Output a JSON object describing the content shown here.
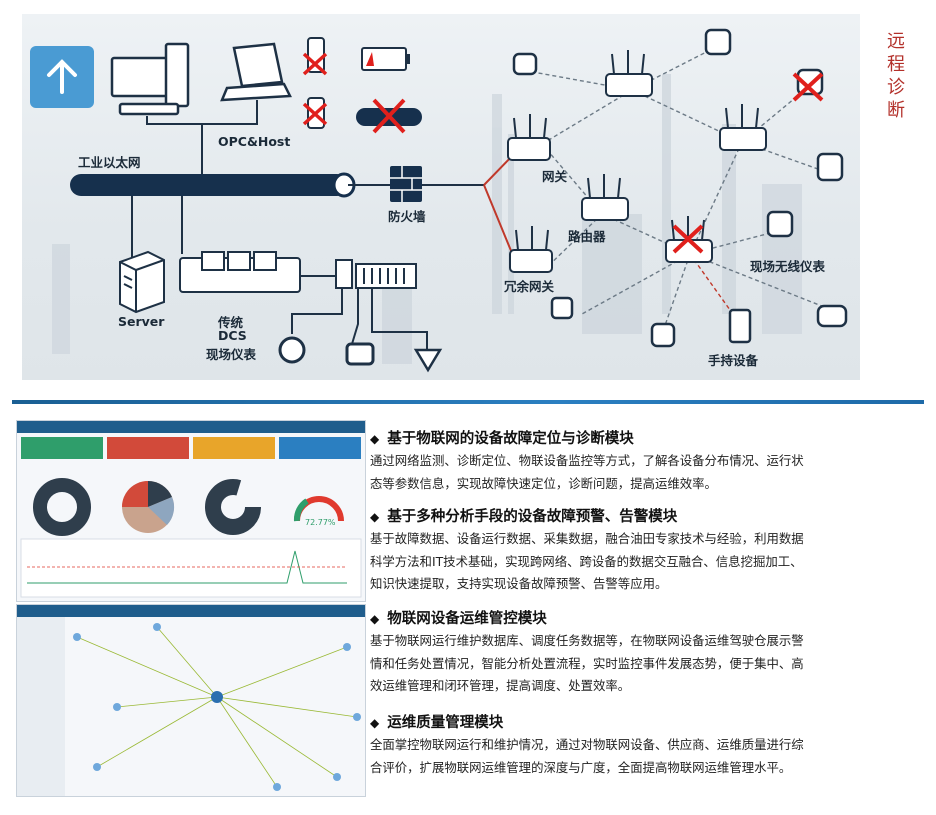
{
  "diagram": {
    "side_title": "远程诊断",
    "labels": {
      "opc_host": "OPC&Host",
      "industrial_ethernet": "工业以太网",
      "firewall": "防火墙",
      "gateway": "网关",
      "router": "路由器",
      "redundant_gateway": "冗余网关",
      "server": "Server",
      "dcs_line1": "传统",
      "dcs_line2": "DCS",
      "dcs_line3": "现场仪表",
      "wireless_instruments": "现场无线仪表",
      "handheld": "手持设备"
    },
    "colors": {
      "accent": "#2a6fb0",
      "fault": "#e0201c",
      "pipe": "#16304d"
    }
  },
  "modules": [
    {
      "title": "基于物联网的设备故障定位与诊断模块",
      "lines": [
        "通过网络监测、诊断定位、物联设备监控等方式，了解各设备分布情况、运行状",
        "态等参数信息，实现故障快速定位，诊断问题，提高运维效率。"
      ]
    },
    {
      "title": "基于多种分析手段的设备故障预警、告警模块",
      "lines": [
        "基于故障数据、设备运行数据、采集数据，融合油田专家技术与经验，利用数据",
        "科学方法和IT技术基础，实现跨网络、跨设备的数据交互融合、信息挖掘加工、",
        "知识快速提取，支持实现设备故障预警、告警等应用。"
      ]
    },
    {
      "title": "物联网设备运维管控模块",
      "lines": [
        "基于物联网运行维护数据库、调度任务数据等，在物联网设备运维驾驶仓展示警",
        "情和任务处置情况，智能分析处置流程，实时监控事件发展态势，便于集中、高",
        "效运维管理和闭环管理，提高调度、处置效率。"
      ]
    },
    {
      "title": "运维质量管理模块",
      "lines": [
        "全面掌控物联网运行和维护情况，通过对物联网设备、供应商、运维质量进行综",
        "合评价，扩展物联网运维管理的深度与广度，全面提高物联网运维管理水平。"
      ]
    }
  ],
  "screenshot_gauge": "72.77%"
}
